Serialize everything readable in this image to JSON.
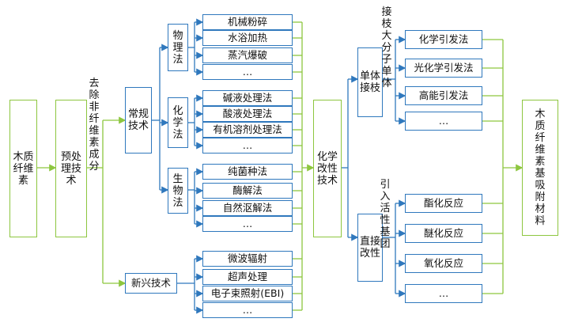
{
  "nodes": {
    "wood": "木质纤维素",
    "pretreat": "预处理技术",
    "remove_label": "去除非纤维素成分",
    "conventional": "常规技术",
    "emerging": "新兴技术",
    "physical": "物理法",
    "chemical": "化学法",
    "biological": "生物法",
    "chem_mod": "化学改性技术",
    "monomer_graft": "单体接枝",
    "graft_label": "接枝大分子单体",
    "direct_mod": "直接改性",
    "active_label": "引入活性基团",
    "product": "木质纤维素基吸附材料"
  },
  "physical_items": [
    "机械粉碎",
    "水浴加热",
    "蒸汽爆破",
    "…"
  ],
  "chemical_items": [
    "碱液处理法",
    "酸液处理法",
    "有机溶剂处理法",
    "…"
  ],
  "biological_items": [
    "纯菌种法",
    "酶解法",
    "自然沤解法",
    "…"
  ],
  "emerging_items": [
    "微波辐射",
    "超声处理",
    "电子束照射(EBI)",
    "…"
  ],
  "graft_items": [
    "化学引发法",
    "光化学引发法",
    "高能引发法",
    "…"
  ],
  "direct_items": [
    "酯化反应",
    "醚化反应",
    "氧化反应",
    "…"
  ],
  "colors": {
    "blue": "#2f78bd",
    "green": "#8dc63f"
  }
}
